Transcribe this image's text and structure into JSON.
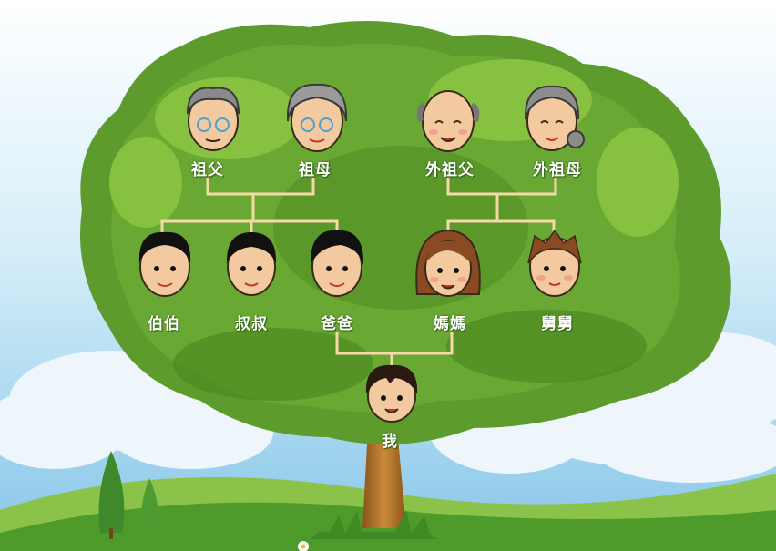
{
  "colors": {
    "sky_top": "#c9e8f6",
    "sky_bottom": "#7fc2e6",
    "cloud": "#eef6fb",
    "hill_dark": "#4f9d2c",
    "hill_light": "#7cc142",
    "tree_dark": "#4f8f24",
    "tree_mid": "#69a832",
    "tree_light": "#8ec640",
    "trunk": "#b9762c",
    "connector": "#f6d9a6",
    "label_text": "#ffffff"
  },
  "family": {
    "grandfather_paternal": {
      "label": "祖父",
      "icon": "grandfather-face-icon"
    },
    "grandmother_paternal": {
      "label": "祖母",
      "icon": "grandmother-face-icon"
    },
    "grandfather_maternal": {
      "label": "外祖父",
      "icon": "bald-grandfather-face-icon"
    },
    "grandmother_maternal": {
      "label": "外祖母",
      "icon": "bun-grandmother-face-icon"
    },
    "uncle_elder": {
      "label": "伯伯",
      "icon": "man-face-icon"
    },
    "uncle_younger": {
      "label": "叔叔",
      "icon": "man-face-icon"
    },
    "father": {
      "label": "爸爸",
      "icon": "man-face-icon"
    },
    "mother": {
      "label": "媽媽",
      "icon": "woman-face-icon"
    },
    "uncle_maternal": {
      "label": "舅舅",
      "icon": "young-man-face-icon"
    },
    "me": {
      "label": "我",
      "icon": "boy-face-icon"
    }
  }
}
